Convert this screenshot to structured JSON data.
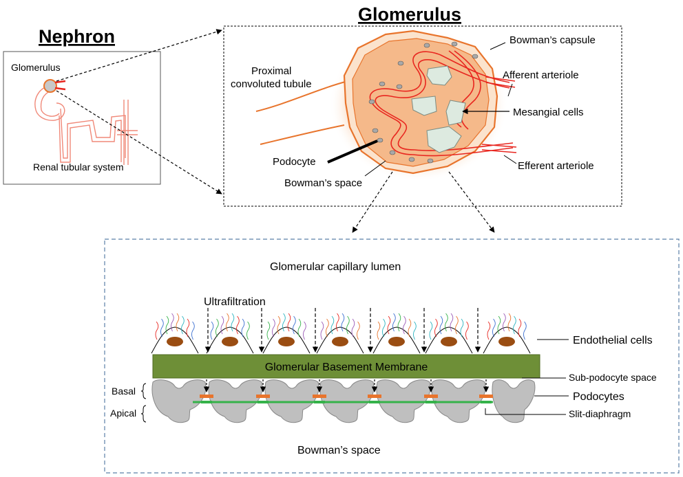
{
  "titles": {
    "nephron": "Nephron",
    "glomerulus": "Glomerulus"
  },
  "nephron_panel": {
    "glomerulus": "Glomerulus",
    "tubular_system": "Renal tubular system"
  },
  "glomerulus_panel": {
    "proximal_line1": "Proximal",
    "proximal_line2": "convoluted tubule",
    "bowmans_capsule": "Bowman’s capsule",
    "afferent": "Afferent arteriole",
    "mesangial": "Mesangial cells",
    "efferent": "Efferent  arteriole",
    "podocyte": "Podocyte",
    "bowmans_space": "Bowman’s space"
  },
  "filtration_panel": {
    "lumen": "Glomerular capillary lumen",
    "ultrafiltration": "Ultrafiltration",
    "endothelial": "Endothelial cells",
    "gbm": "Glomerular  Basement  Membrane",
    "sub_podocyte": "Sub-podocyte space",
    "podocytes": "Podocytes",
    "slit": "Slit-diaphragm",
    "basal": "Basal",
    "apical": "Apical",
    "bowmans_space": "Bowman’s space"
  },
  "colors": {
    "capsule": "#e8742c",
    "glom_fill": "#f5b98a",
    "glow": "#fbd9b8",
    "vessel": "#e8261f",
    "gbm": "#6e8f37",
    "nucleus": "#9a4d12",
    "podocyte": "#bfbfbf",
    "slit_orange": "#e8742c",
    "slit_green": "#35b24a",
    "panel_border": "#5b7fa6"
  }
}
